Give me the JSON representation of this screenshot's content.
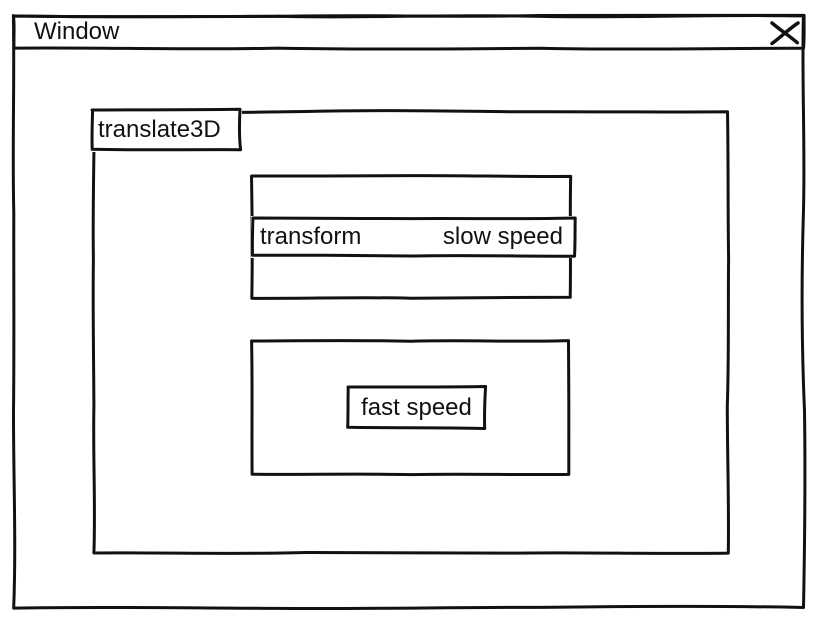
{
  "colors": {
    "background": "#ffffff",
    "stroke": "#111111",
    "text": "#111111"
  },
  "window": {
    "title": "Window",
    "close_icon": "x-mark"
  },
  "panel": {
    "tab_label": "translate3D",
    "tracks": [
      {
        "left_label": "transform",
        "right_label": "slow speed"
      },
      {
        "label": "fast speed"
      }
    ]
  }
}
